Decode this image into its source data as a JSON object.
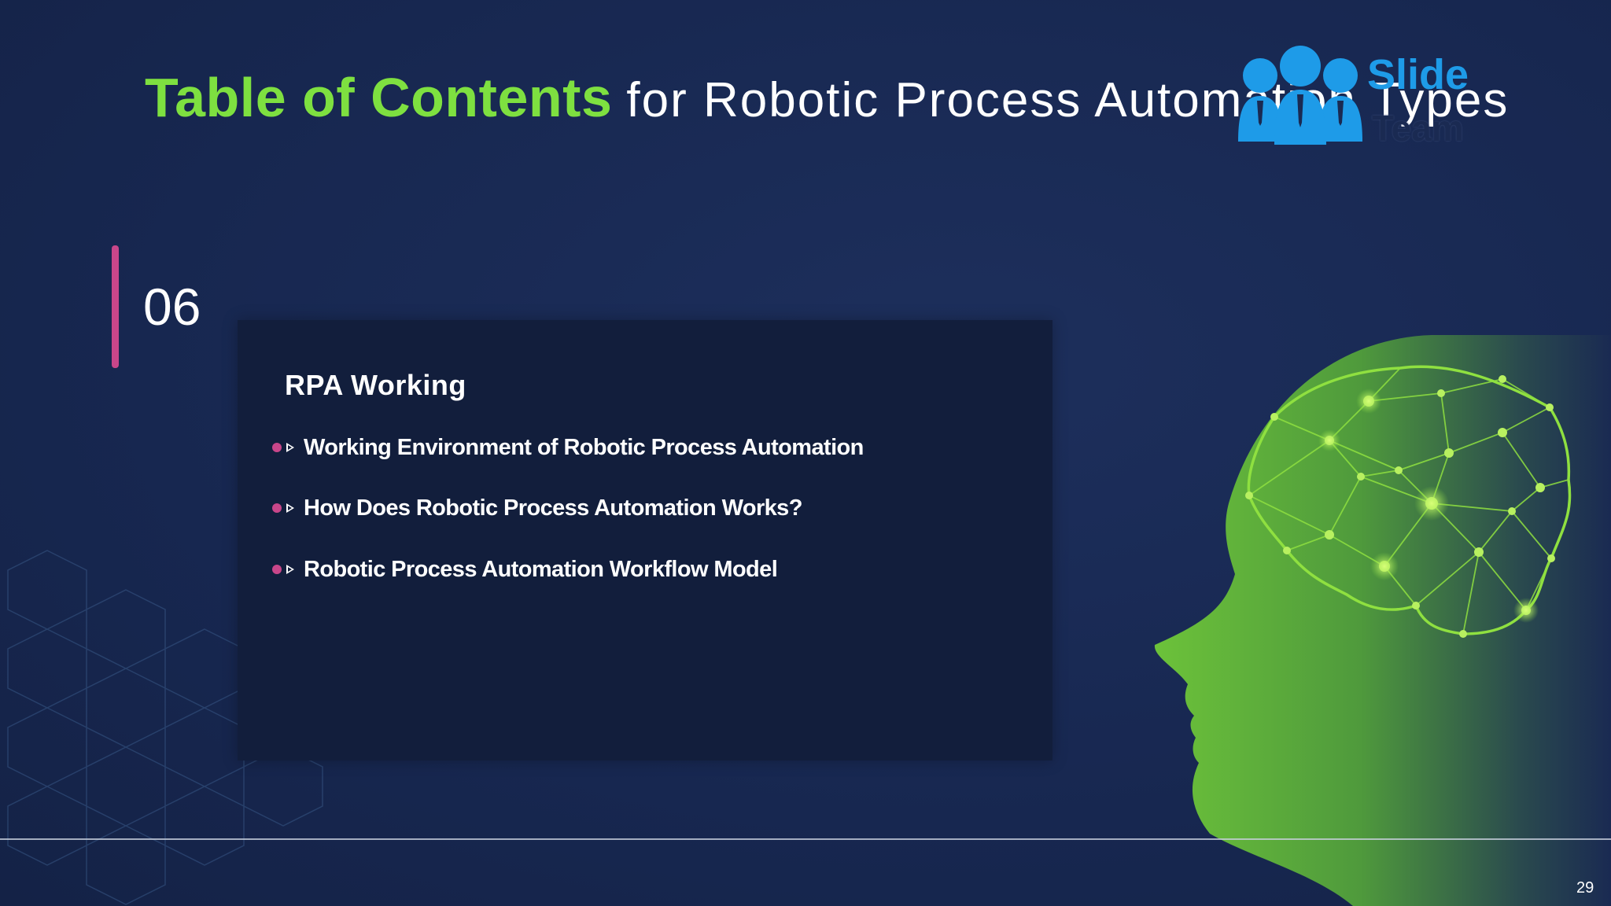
{
  "slide": {
    "title_strong": "Table of Contents",
    "title_rest": "for Robotic Process Automation Types",
    "section_number": "06",
    "section_title": "RPA Working",
    "items": [
      "Working Environment of Robotic Process Automation",
      "How Does Robotic Process Automation Works?",
      "Robotic Process Automation Workflow Model"
    ],
    "page_number": "29"
  },
  "logo": {
    "line1": "Slide",
    "line2": "Team",
    "icon": "people-group-icon"
  },
  "colors": {
    "background": "#1a2a52",
    "title_accent": "#7ee040",
    "bullet": "#c8468a",
    "card": "#121e3c",
    "logo": "#1e9be8"
  }
}
